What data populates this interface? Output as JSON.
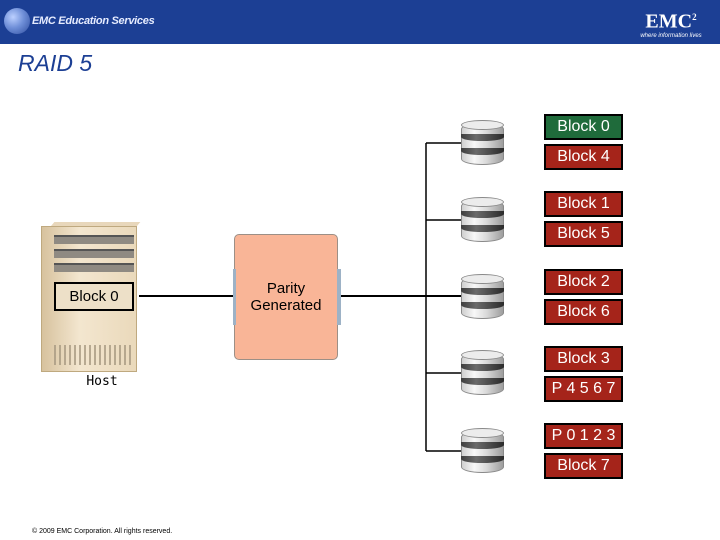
{
  "header": {
    "left_logo_text": "EMC Education Services",
    "right_logo_mark": "EMC",
    "right_logo_superscript": "2",
    "right_logo_tagline": "where information lives",
    "brand_color": "#1c3f94"
  },
  "slide": {
    "title": "RAID 5"
  },
  "host": {
    "block_label": "Block 0",
    "label": "Host"
  },
  "controller": {
    "label": "Parity\nGenerated",
    "fill_color": "#f9b597"
  },
  "disks": [
    {
      "blocks": [
        "Block 0",
        "Block 4"
      ]
    },
    {
      "blocks": [
        "Block 1",
        "Block 5"
      ]
    },
    {
      "blocks": [
        "Block 2",
        "Block 6"
      ]
    },
    {
      "blocks": [
        "Block 3",
        "P 4 5 6 7"
      ]
    },
    {
      "blocks": [
        "P 0 1 2 3",
        "Block 7"
      ]
    }
  ],
  "block_colors": {
    "data": "#a5241a",
    "first_block": "#1f6b3b"
  },
  "footer": {
    "copyright": "© 2009 EMC Corporation. All rights reserved."
  }
}
